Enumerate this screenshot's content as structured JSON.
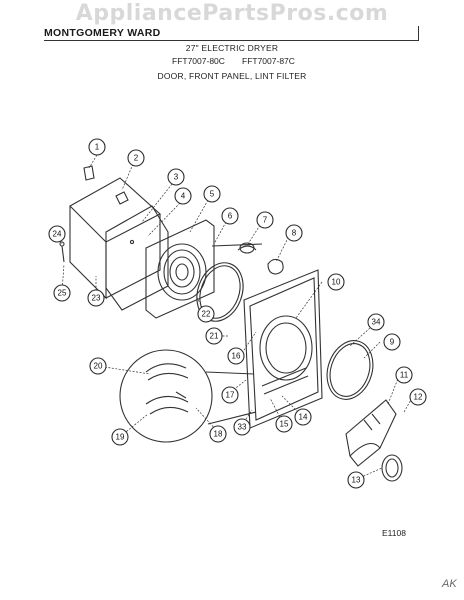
{
  "watermark": "AppliancePartsPros.com",
  "brand": "MONTGOMERY WARD",
  "diagram": {
    "title": "27\" ELECTRIC DRYER",
    "model_1": "FFT7007-80C",
    "model_2": "FFT7007-87C",
    "section": "DOOR, FRONT PANEL, LINT FILTER",
    "figure_code": "E1108",
    "corner_mark": "AK"
  },
  "callouts": [
    "1",
    "2",
    "3",
    "4",
    "5",
    "6",
    "7",
    "8",
    "9",
    "10",
    "11",
    "12",
    "13",
    "14",
    "15",
    "16",
    "17",
    "18",
    "19",
    "20",
    "21",
    "22",
    "23",
    "24",
    "25",
    "33",
    "34"
  ],
  "colors": {
    "ink": "#2b2b2b",
    "paper": "#ffffff"
  }
}
